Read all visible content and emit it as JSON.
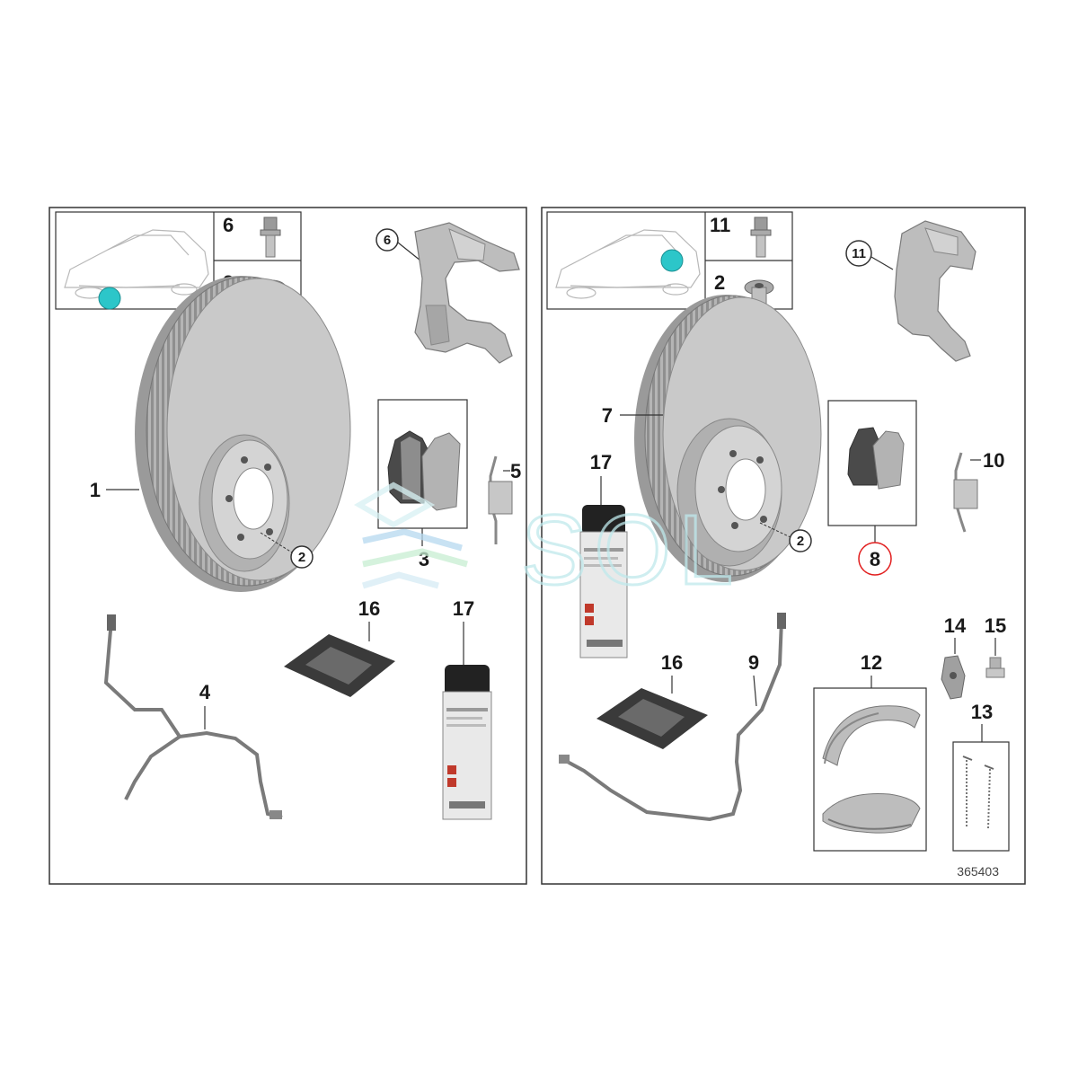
{
  "callouts": {
    "c1": "1",
    "c2a": "2",
    "c2b": "2",
    "c2c": "2",
    "c2d": "2",
    "c3": "3",
    "c4": "4",
    "c5": "5",
    "c6a": "6",
    "c6b": "6",
    "c7": "7",
    "c8": "8",
    "c9": "9",
    "c10": "10",
    "c11a": "11",
    "c11b": "11",
    "c12": "12",
    "c13": "13",
    "c14": "14",
    "c15": "15",
    "c16a": "16",
    "c16b": "16",
    "c17a": "17",
    "c17b": "17"
  },
  "drawing_number": "365403",
  "watermark": "SOL",
  "colors": {
    "marker": "#2cc6c9",
    "part_grey": "#b9b9b9",
    "pad_dark": "#4a4a4a",
    "frame": "#333333",
    "highlight": "#e11d1d"
  }
}
